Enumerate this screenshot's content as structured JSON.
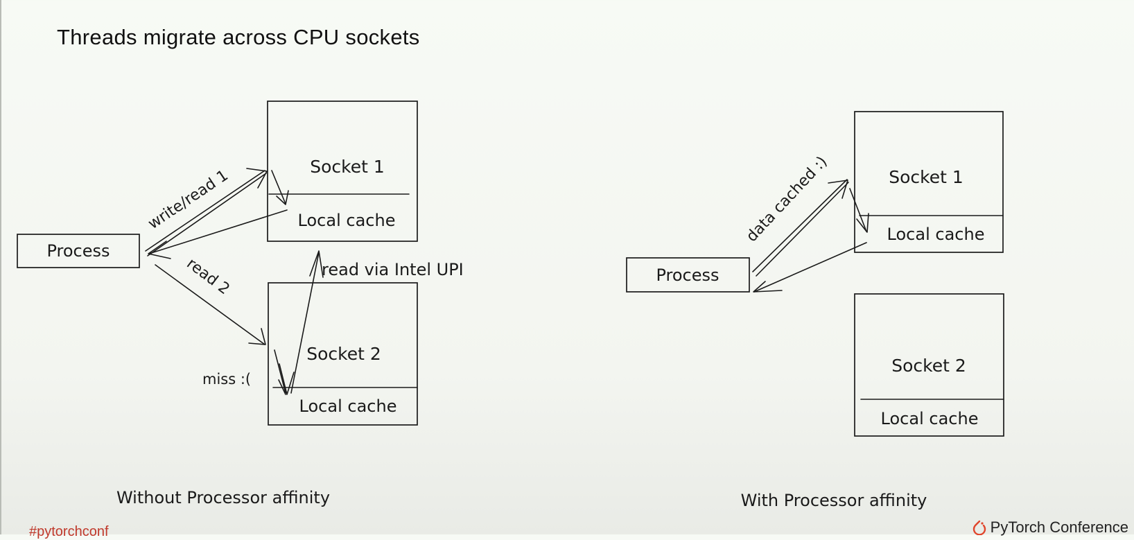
{
  "title": "Threads migrate across CPU sockets",
  "left_diagram": {
    "process": "Process",
    "socket1": "Socket 1",
    "socket1_cache": "Local cache",
    "socket2": "Socket 2",
    "socket2_cache": "Local cache",
    "edge_write_read_1": "write/read 1",
    "edge_read_2": "read 2",
    "edge_upi": "read via Intel UPI",
    "miss_label": "miss :(",
    "caption": "Without Processor affinity"
  },
  "right_diagram": {
    "process": "Process",
    "socket1": "Socket 1",
    "socket1_cache": "Local cache",
    "socket2": "Socket 2",
    "socket2_cache": "Local cache",
    "edge_data_cached": "data cached :)",
    "caption": "With Processor affinity"
  },
  "footer": {
    "hashtag": "#pytorchconf",
    "brand": "PyTorch Conference"
  }
}
